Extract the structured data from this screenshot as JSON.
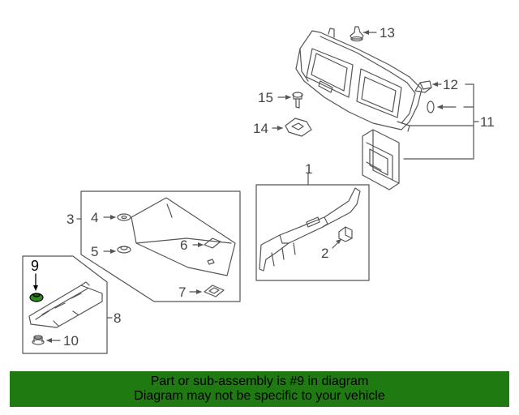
{
  "callouts": {
    "c1": "1",
    "c2": "2",
    "c3": "3",
    "c4": "4",
    "c5": "5",
    "c6": "6",
    "c7": "7",
    "c8": "8",
    "c9": "9",
    "c10": "10",
    "c11": "11",
    "c12": "12",
    "c13": "13",
    "c14": "14",
    "c15": "15"
  },
  "highlight_part": "9",
  "banner": {
    "line1": "Part or sub-assembly is #9 in diagram",
    "line2": "Diagram may not be specific to your vehicle",
    "background": "#1f7a12"
  },
  "colors": {
    "line": "#555555",
    "highlight_fill": "#2e8b1e"
  }
}
